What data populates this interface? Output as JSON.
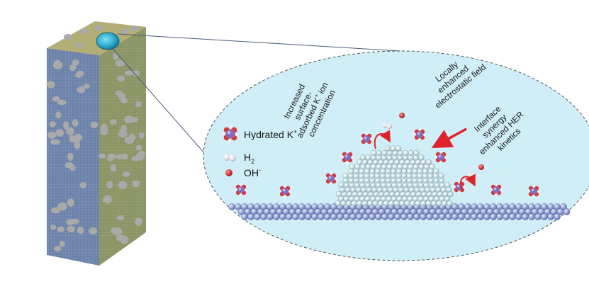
{
  "legend": {
    "hydrated_k": "Hydrated K",
    "hydrated_k_sup": "+",
    "h2": "H",
    "h2_sub": "2",
    "oh": "OH",
    "oh_sup": "-"
  },
  "annotations": {
    "increased": [
      "Increased",
      "surface-",
      "adsorbed K",
      "concentration"
    ],
    "increased_k_sup": "+",
    "increased_ion": " ion",
    "locally": [
      "Locally",
      "enhanced",
      "electrostatic field"
    ],
    "interface": [
      "Interface",
      "synergy",
      "enhanced HER",
      "kinetics"
    ]
  },
  "colors": {
    "ellipse_fill": "#cfeef7",
    "rod_front": "#6c82a8",
    "rod_side": "#8a9465",
    "rod_top": "#b3ad76",
    "particle": "#a9a9a9",
    "hole": "#2aa7c9",
    "potassium": "#8a6ab8",
    "water_red": "#d63a3a",
    "arrow_red": "#e0222a",
    "cluster": "#b6d1d6"
  }
}
